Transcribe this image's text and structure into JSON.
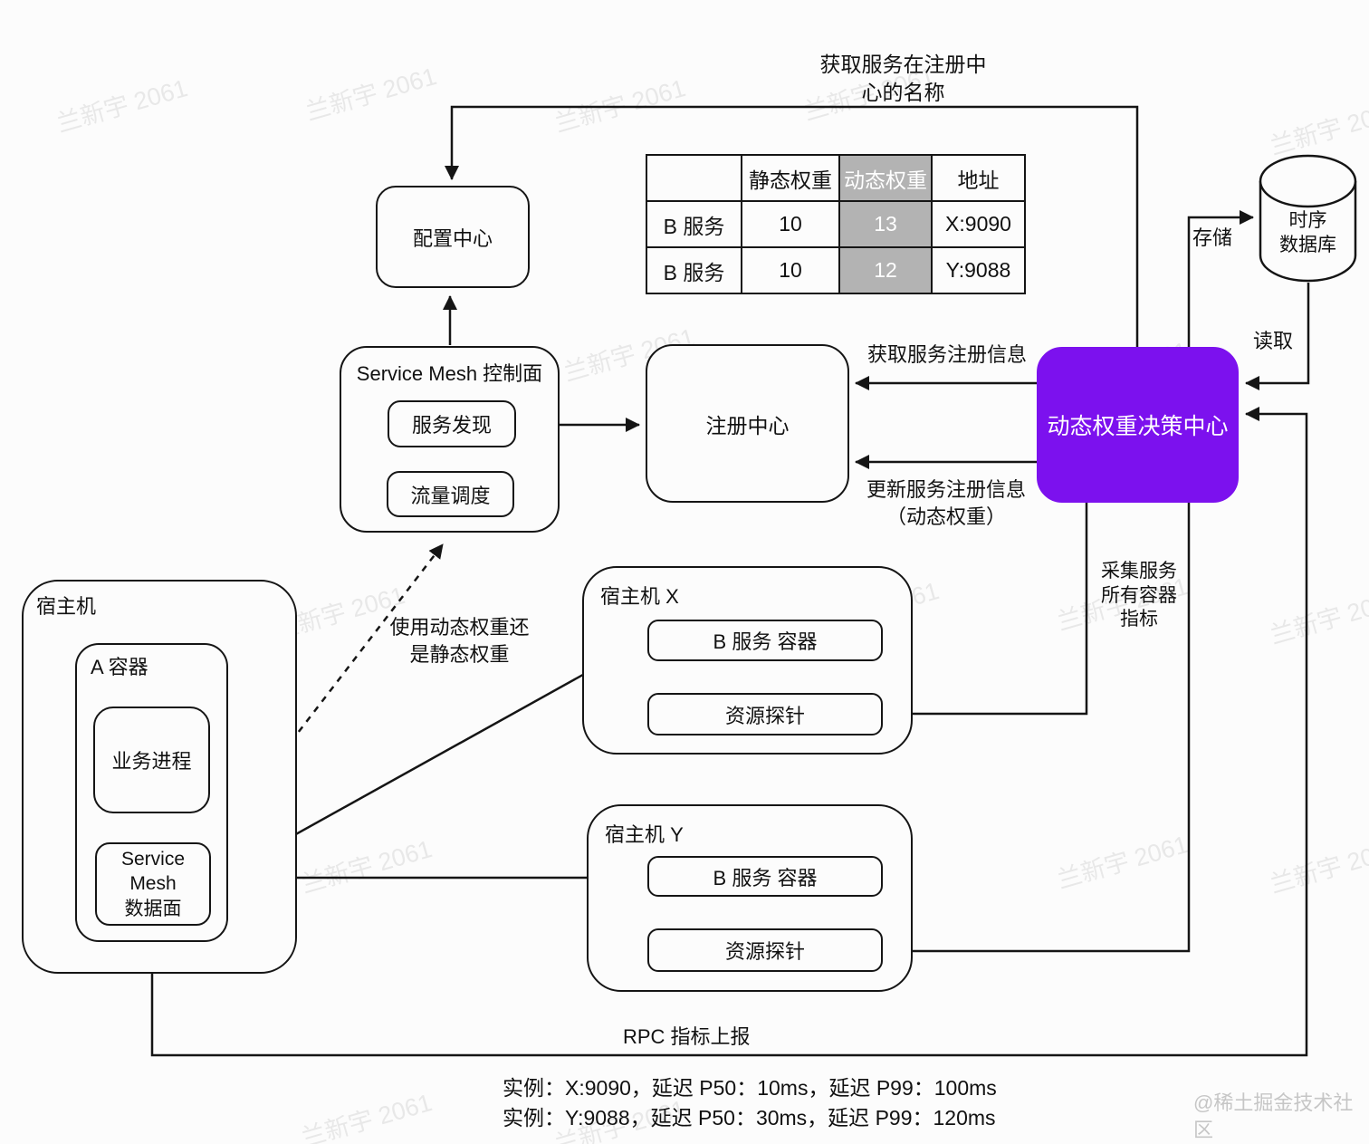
{
  "colors": {
    "accent_purple": "#7c11ee",
    "table_highlight_bg": "#b3b3b3",
    "line": "#151515",
    "background": "#fcfcfc",
    "watermark_gray": "#c9c9c9"
  },
  "nodes": {
    "config_center": {
      "label": "配置中心"
    },
    "control_plane": {
      "title": "Service Mesh 控制面",
      "service_discovery": "服务发现",
      "traffic_scheduling": "流量调度"
    },
    "registry": {
      "label": "注册中心"
    },
    "decision_center": {
      "label": "动态权重决策中心",
      "color": "#7c11ee"
    },
    "tsdb": {
      "label": "时序\n数据库"
    },
    "host_a": {
      "label": "宿主机",
      "container_a": "A 容器",
      "business_process": "业务进程",
      "mesh_data_plane": "Service\nMesh\n数据面"
    },
    "host_x": {
      "label": "宿主机 X",
      "service_container": "B 服务 容器",
      "resource_probe": "资源探针"
    },
    "host_y": {
      "label": "宿主机 Y",
      "service_container": "B 服务 容器",
      "resource_probe": "资源探针"
    }
  },
  "weight_table": {
    "headers": [
      "",
      "静态权重",
      "动态权重",
      "地址"
    ],
    "highlight_column": "动态权重",
    "rows": [
      [
        "B 服务",
        "10",
        "13",
        "X:9090"
      ],
      [
        "B 服务",
        "10",
        "12",
        "Y:9088"
      ]
    ]
  },
  "edge_labels": {
    "fetch_service_name": "获取服务在注册中\n心的名称",
    "fetch_registration": "获取服务注册信息",
    "update_registration": "更新服务注册信息\n（动态权重）",
    "store": "存储",
    "read": "读取",
    "collect_metrics": "采集服务\n所有容器\n指标",
    "weight_choice": "使用动态权重还\n是静态权重",
    "rpc_report": "RPC 指标上报"
  },
  "footer": {
    "instance_x": "实例：X:9090，延迟 P50：10ms，延迟 P99：100ms",
    "instance_y": "实例：Y:9088，延迟 P50：30ms，延迟 P99：120ms"
  },
  "watermark": {
    "text": "兰新宇 2061",
    "credit": "@稀土掘金技术社区"
  }
}
